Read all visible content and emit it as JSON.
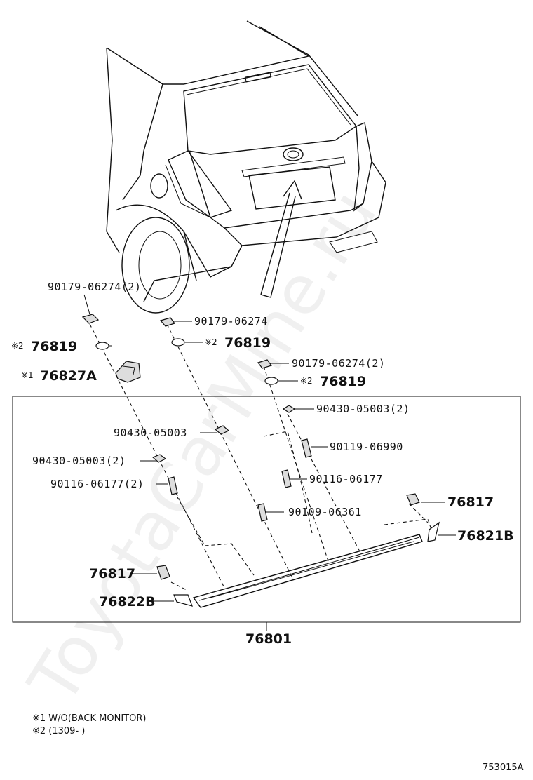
{
  "watermark": "ToyotaCarMine.ru",
  "labels": {
    "p90179_left": "90179-06274(2)",
    "p90179_mid": "90179-06274",
    "p90179_right": "90179-06274(2)",
    "p76819_left": "76819",
    "p76819_mid": "76819",
    "p76819_right": "76819",
    "p76827A": "76827A",
    "p90430_right": "90430-05003(2)",
    "p90430_mid": "90430-05003",
    "p90119": "90119-06990",
    "p90430_left": "90430-05003(2)",
    "p90116_right": "90116-06177",
    "p90116_left": "90116-06177(2)",
    "p76817_right": "76817",
    "p90109": "90109-06361",
    "p76821B": "76821B",
    "p76817_left": "76817",
    "p76822B": "76822B",
    "p76801": "76801"
  },
  "marks": {
    "m2": "※2",
    "m1": "※1"
  },
  "notes": {
    "note1": "※1 W/O(BACK MONITOR)",
    "note2": "※2 (1309-       )"
  },
  "figure_id": "753015A"
}
